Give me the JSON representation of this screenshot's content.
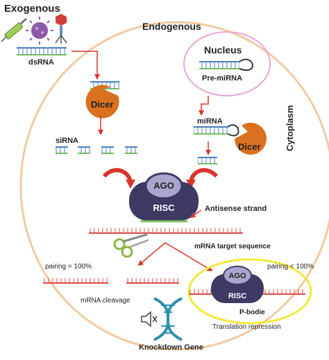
{
  "labels": {
    "exogenous": "Exogenous",
    "endogenous": "Endogenous",
    "nucleus": "Nucleus",
    "pre_mirna": "Pre-miRNA",
    "dsrna": "dsRNA",
    "dicer_left": "Dicer",
    "dicer_right": "Dicer",
    "sirna": "siRNA",
    "mirna": "miRNA",
    "cytoplasm": "Cytoplasm",
    "ago": "AGO",
    "risc": "RISC",
    "antisense_strand": "Antisense strand",
    "mrna_target_sequence": "mRNA target sequence",
    "pairing_eq": "pairing = 100%",
    "pairing_lt": "pairing < 100%",
    "ago_small": "AGO",
    "risc_small": "RISC",
    "p_bodie": "P-bodie",
    "mrna_cleavage": "mRNA cleavage",
    "translation_repression": "Translation repression",
    "knockdown_gene": "Knockdown Gene"
  },
  "colors": {
    "cell_membrane": "#f2c9a3",
    "nucleus_border": "#e8a5d6",
    "dicer": "#d9711e",
    "risc_dark": "#3d3a63",
    "ago_light": "#a7a6cf",
    "arrow_red": "#d8352a",
    "rna_blue": "#4a7fc1",
    "rna_green": "#7bbf5a",
    "mrna_red": "#d94a4a",
    "pbody_border": "#f1ea3a",
    "dna_teal": "#2b8fb0",
    "virus_purple": "#7a4d9c"
  },
  "icons": [
    "syringe-icon",
    "virus-icon",
    "bacteriophage-icon",
    "scissors-icon",
    "speaker-muted-icon",
    "dna-helix-icon"
  ]
}
